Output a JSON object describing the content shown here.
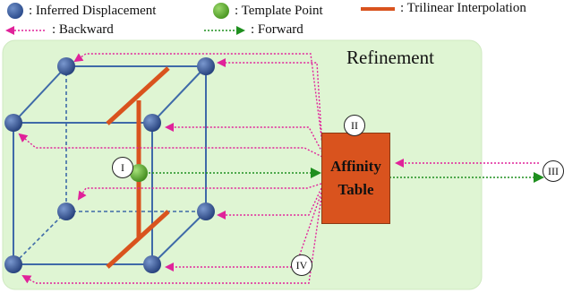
{
  "legend": {
    "inferred_displacement": ": Inferred Displacement",
    "template_point": ": Template Point",
    "trilinear_interpolation": ": Trilinear Interpolation",
    "backward": ": Backward",
    "forward": ": Forward"
  },
  "panel": {
    "title": "Refinement"
  },
  "affinity_table": {
    "line1": "Affinity",
    "line2": "Table"
  },
  "markers": {
    "i": "I",
    "ii": "II",
    "iii": "III",
    "iv": "IV"
  },
  "colors": {
    "panel_bg": "#dff5d3",
    "cube_edge": "#3f6aa8",
    "interp_bar": "#d9531e",
    "backward": "#e0229a",
    "forward": "#1f8f1f",
    "node_blue": "#2f4f8f",
    "node_green": "#4e9a26"
  }
}
